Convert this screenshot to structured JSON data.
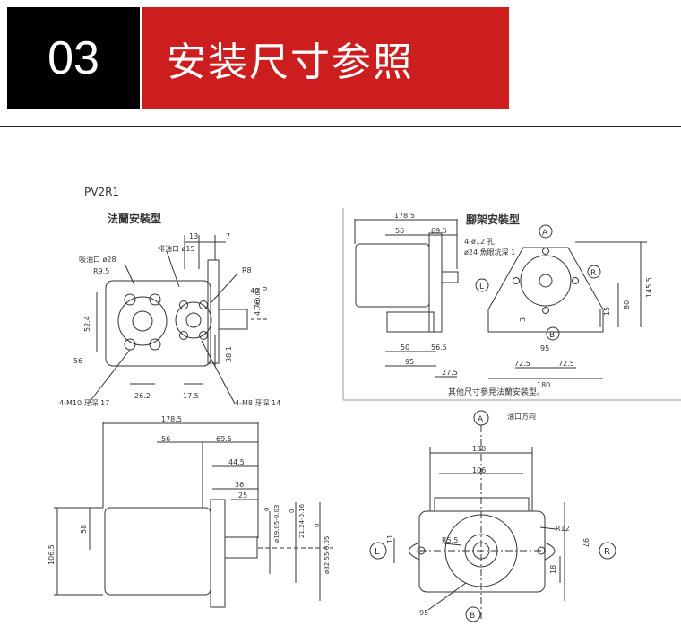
{
  "header": {
    "section_number": "03",
    "title": "安装尺寸参照",
    "accent_color": "#cc1d1f"
  },
  "model": "PV2R1",
  "flange_view": {
    "title": "法蘭安裝型",
    "labels": {
      "discharge": "排油口 ø15",
      "suction": "吸油口 ø28",
      "d13": "13",
      "d7": "7",
      "r95": "R9.5",
      "r8": "R8",
      "d40": "40",
      "tol1": "+0.03",
      "tol0": "0",
      "d476": "4.76",
      "d524": "52.4",
      "d56": "56",
      "d381": "38.1",
      "d262": "26.2",
      "d175": "17.5",
      "m10": "4-M10 牙深 17",
      "m8": "4-M8 牙深 14"
    }
  },
  "foot_view": {
    "title": "腳架安裝型",
    "labels": {
      "d1785": "178.5",
      "d56": "56",
      "d695": "69.5",
      "hole1": "4-ø12 孔",
      "hole2": "ø24 魚眼坑深 1",
      "A": "A",
      "L": "L",
      "R": "R",
      "B": "B",
      "d1455": "145.5",
      "d80": "80",
      "d15": "15",
      "d3": "3",
      "d50": "50",
      "d565": "56.5",
      "d95": "95",
      "d275": "27.5",
      "d95b": "95",
      "d725a": "72.5",
      "d725b": "72.5",
      "d180": "180",
      "note": "其他尺寸參見法蘭安裝型。"
    }
  },
  "side_view": {
    "labels": {
      "d1785": "178.5",
      "d56": "56",
      "d695": "69.5",
      "d445": "44.5",
      "d36": "36",
      "d25": "25",
      "d58": "58",
      "d1065": "106.5",
      "s0a": "0",
      "s1905": "ø19.05-0.03",
      "s0b": "0",
      "s2124": "21.24-0.16",
      "s0c": "0",
      "s8255": "ø82.55-0.05"
    }
  },
  "front_view": {
    "labels": {
      "A": "A",
      "inlet_dir": "油口方向",
      "d130": "130",
      "d106": "106",
      "r12": "R12",
      "r55": "R5.5",
      "d11": "11",
      "d97": "97",
      "d18": "18",
      "d95": "95",
      "L": "L",
      "R": "R",
      "B": "B"
    }
  }
}
